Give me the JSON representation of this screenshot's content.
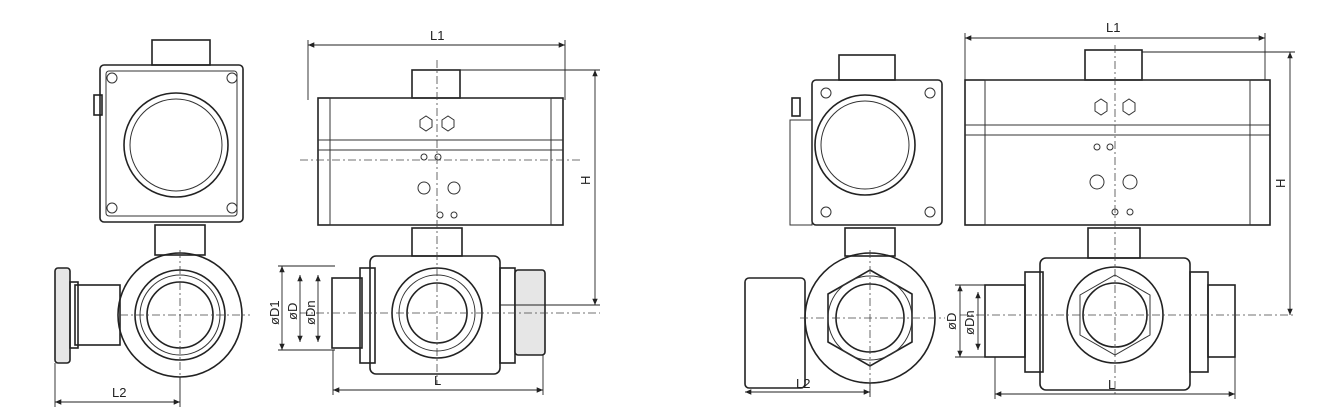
{
  "left_drawing": {
    "top_width_label": "L1",
    "height_label": "H",
    "d1_label": "øD1",
    "d_label": "øD",
    "dn_label": "øDn",
    "side_length_label": "L2",
    "length_label": "L"
  },
  "right_drawing": {
    "top_width_label": "L1",
    "height_label": "H",
    "d_label": "øD",
    "dn_label": "øDn",
    "side_length_label": "L2",
    "length_label": "L"
  }
}
